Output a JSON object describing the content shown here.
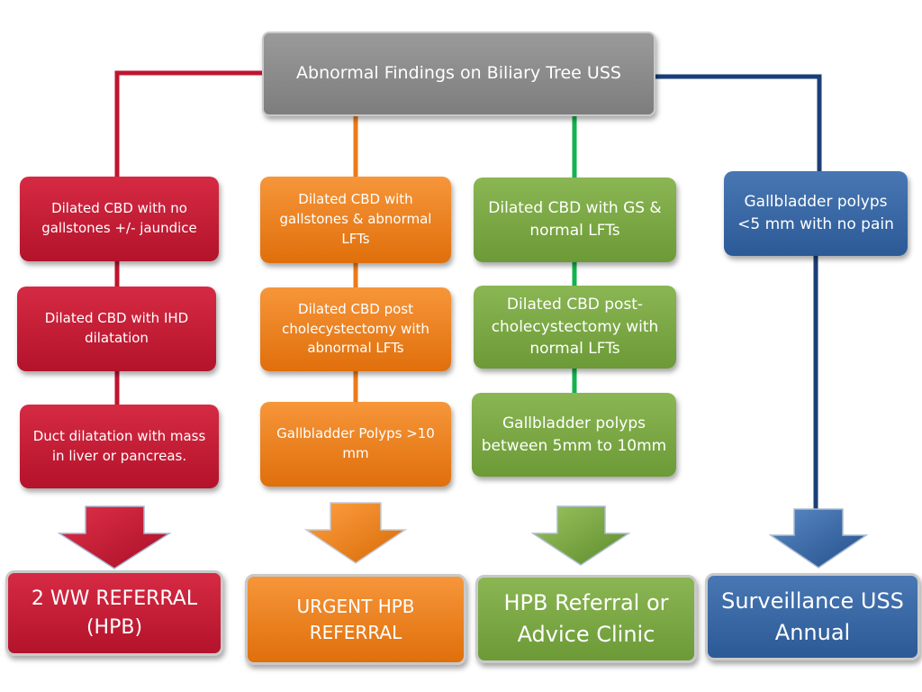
{
  "title": "Abnormal Findings on Biliary Tree USS",
  "colors": {
    "red": "#c21731",
    "orange": "#e8760f",
    "green": "#73a13b",
    "blue": "#2f5f9c",
    "gray": "#8c8c8c",
    "red_line": "#c01430",
    "orange_line": "#ec7a1a",
    "green_line": "#13b34d",
    "blue_line": "#1a3f78"
  },
  "columns": [
    {
      "id": "red",
      "findings": [
        "Dilated CBD with no gallstones +/- jaundice",
        "Dilated CBD with IHD dilatation",
        "Duct dilatation with mass in liver or pancreas."
      ],
      "outcome": "2 WW REFERRAL (HPB)"
    },
    {
      "id": "orange",
      "findings": [
        "Dilated CBD with gallstones & abnormal LFTs",
        "Dilated CBD post cholecystectomy with abnormal LFTs",
        "Gallbladder Polyps >10 mm"
      ],
      "outcome": "URGENT HPB REFERRAL"
    },
    {
      "id": "green",
      "findings": [
        "Dilated CBD with GS & normal LFTs",
        "Dilated CBD post-cholecystectomy with normal LFTs",
        "Gallbladder polyps between 5mm to 10mm"
      ],
      "outcome": "HPB Referral or Advice Clinic"
    },
    {
      "id": "blue",
      "findings": [
        "Gallbladder polyps <5 mm with no pain"
      ],
      "outcome": "Surveillance USS Annual"
    }
  ]
}
